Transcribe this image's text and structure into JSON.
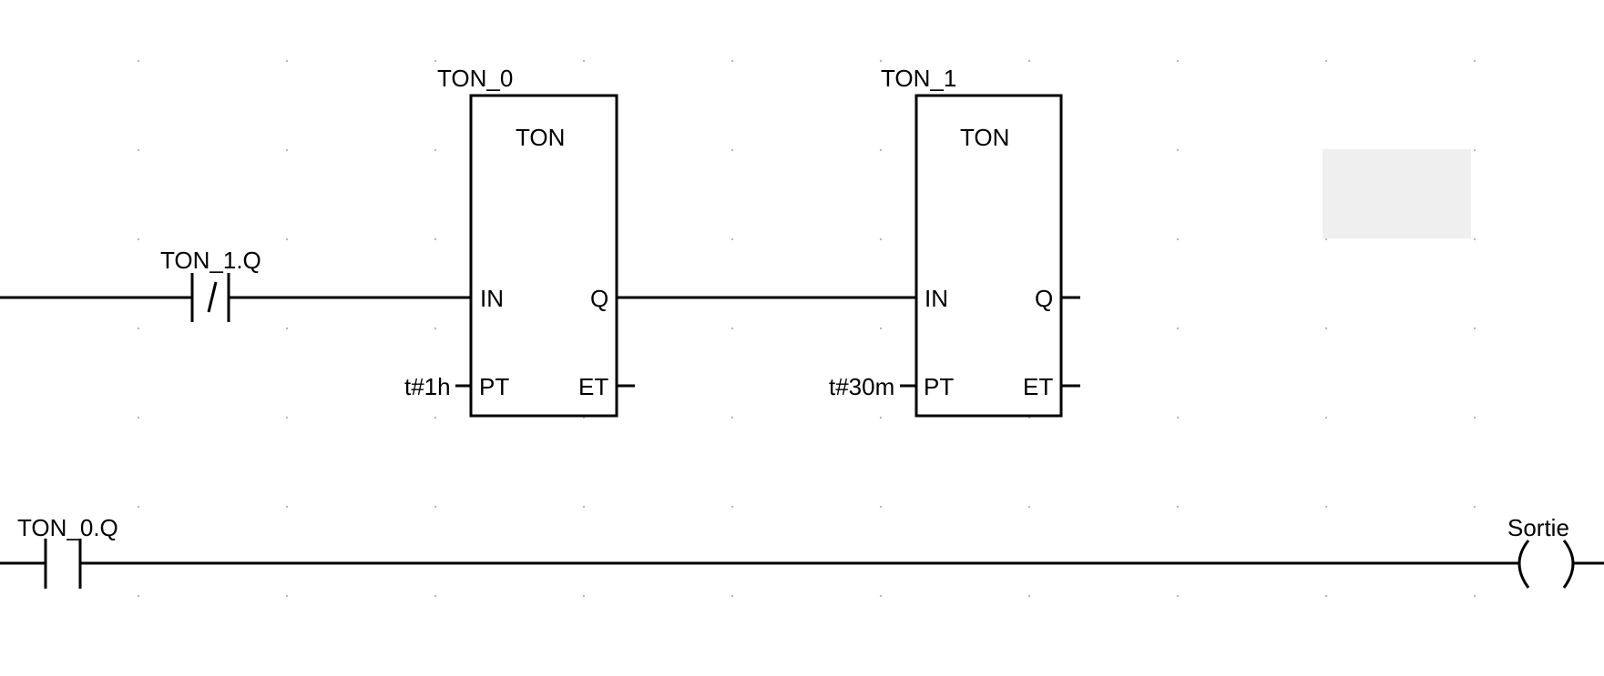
{
  "diagram": {
    "rung1": {
      "contact": {
        "variable": "TON_1.Q",
        "type": "normally-closed"
      },
      "timers": [
        {
          "instance": "TON_0",
          "type": "TON",
          "in_label": "IN",
          "q_label": "Q",
          "pt_label": "PT",
          "et_label": "ET",
          "pt_value": "t#1h"
        },
        {
          "instance": "TON_1",
          "type": "TON",
          "in_label": "IN",
          "q_label": "Q",
          "pt_label": "PT",
          "et_label": "ET",
          "pt_value": "t#30m"
        }
      ]
    },
    "rung2": {
      "contact": {
        "variable": "TON_0.Q",
        "type": "normally-open"
      },
      "coil": {
        "variable": "Sortie"
      }
    }
  },
  "colors": {
    "line": "#000000",
    "grid_dot": "#b8b8b8",
    "selection": "#efefef",
    "background": "#ffffff"
  }
}
